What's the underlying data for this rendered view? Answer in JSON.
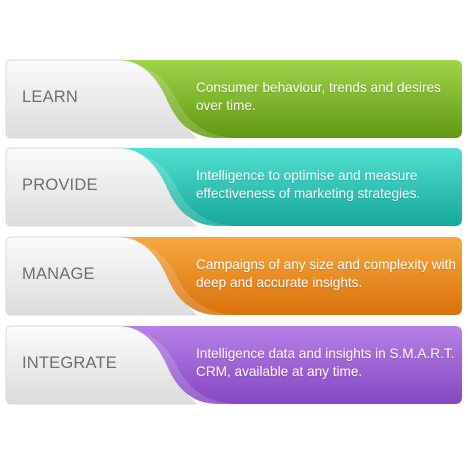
{
  "rows": [
    {
      "label": "LEARN",
      "description": "Consumer behaviour, trends and desires over time.",
      "color": "#7ab51d"
    },
    {
      "label": "PROVIDE",
      "description": "Intelligence to optimise and measure effectiveness of marketing strategies.",
      "color": "#2ec4b6"
    },
    {
      "label": "MANAGE",
      "description": "Campaigns of any size and complexity with deep and accurate insights.",
      "color": "#ef8a17"
    },
    {
      "label": "INTEGRATE",
      "description": "Intelligence data and insights in S.M.A.R.T. CRM, available at any time.",
      "color": "#9b5fcf"
    }
  ]
}
